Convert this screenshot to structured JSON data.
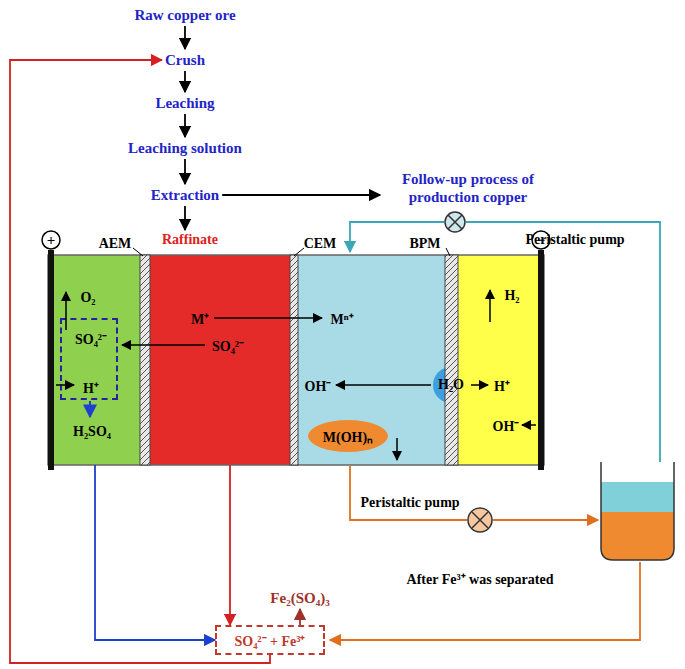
{
  "diagram": {
    "nodes": [
      {
        "text": [
          "Raw copper ore"
        ]
      },
      {
        "text": [
          "Crush"
        ]
      },
      {
        "text": [
          "Leaching"
        ]
      },
      {
        "text": [
          "Leaching solution"
        ]
      },
      {
        "text": [
          "Extraction"
        ]
      },
      {
        "text": [
          "Follow-up process of production copper"
        ]
      },
      {
        "text": [
          "O₂",
          "H₂SO₄"
        ]
      },
      {
        "text": [
          "SO₄²⁻",
          "H⁺"
        ],
        "in": 6
      },
      {
        "text": [
          "Raffinate",
          "M⁺",
          "SO₄²⁻"
        ]
      },
      {
        "text": [
          "Mⁿ⁺",
          "OH⁻"
        ]
      },
      {
        "text": [
          "H₂O"
        ],
        "in": 9
      },
      {
        "text": [
          "M(OH)ₙ"
        ],
        "in": 9
      },
      {
        "text": [
          "H₂",
          "H⁺",
          "OH⁻"
        ]
      },
      {
        "text": [
          "SO₄²⁻ + Fe³⁺"
        ]
      },
      {
        "text": [
          "Fe₂(SO₄)₃"
        ]
      }
    ],
    "edges": [
      {
        "from": 0,
        "to": 1,
        "arrow": "to"
      },
      {
        "from": 1,
        "to": 2,
        "arrow": "to"
      },
      {
        "from": 2,
        "to": 3,
        "arrow": "to"
      },
      {
        "from": 3,
        "to": 4,
        "arrow": "to"
      },
      {
        "from": 4,
        "to": 5,
        "arrow": "to"
      },
      {
        "from": 4,
        "to": 8,
        "arrow": "to"
      },
      {
        "from": 6,
        "to": 13,
        "arrow": "to"
      },
      {
        "from": 8,
        "to": 13,
        "arrow": "to"
      },
      {
        "from": 13,
        "to": 14,
        "arrow": "to"
      },
      {
        "from": 13,
        "to": 1,
        "arrow": "to"
      }
    ],
    "labels": [
      "AEM",
      "CEM",
      "BPM",
      "+",
      "−",
      "Peristaltic pump",
      "Peristaltic pump",
      "After Fe³⁺ was separated"
    ]
  }
}
